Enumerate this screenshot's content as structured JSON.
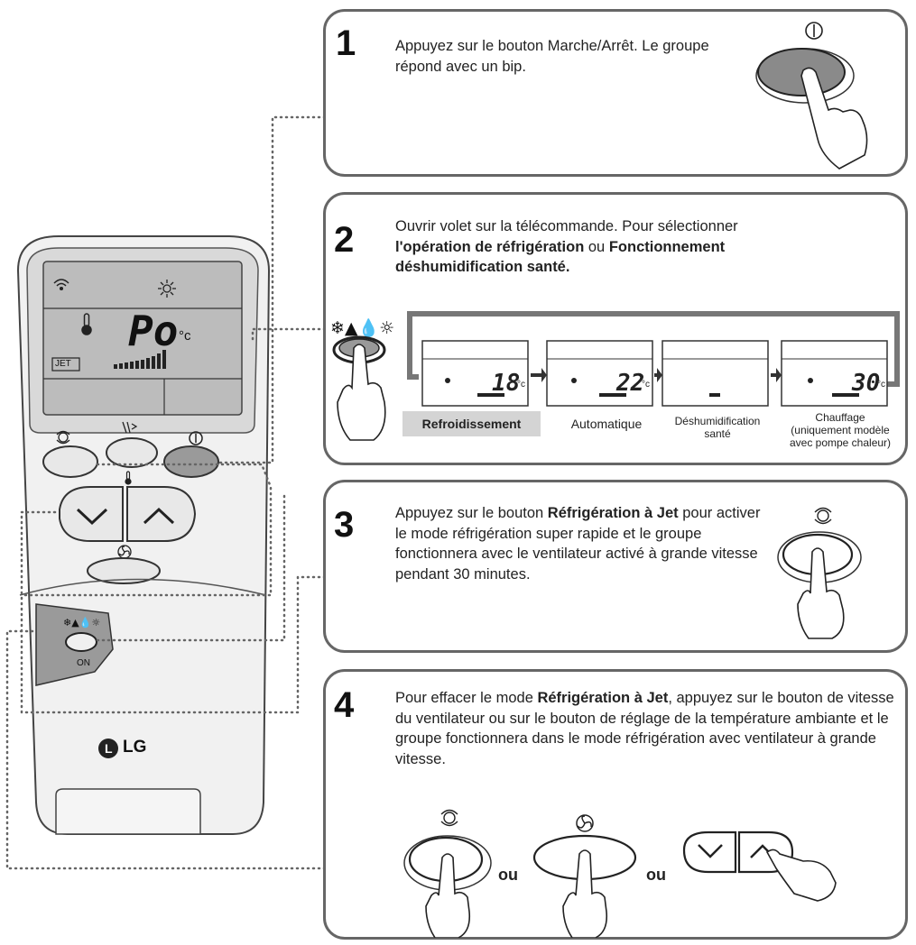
{
  "remote": {
    "display_value": "Po",
    "unit": "°c",
    "jet_label": "JET",
    "on_label": "ON",
    "brand": "LG",
    "mode_icons": "❄▲💧☼"
  },
  "steps": [
    {
      "number": "1",
      "text": "Appuyez sur le bouton Marche/Arrêt. Le groupe répond avec un bip."
    },
    {
      "number": "2",
      "line1": "Ouvrir volet sur la télécommande. Pour sélectionner",
      "bold1": "l'opération de réfrigération",
      "mid": " ou ",
      "bold2": "Fonctionnement",
      "bold3": "déshumidification santé.",
      "modes": [
        {
          "label": "Refroidissement",
          "value": "18",
          "unit": "°c"
        },
        {
          "label": "Automatique",
          "value": "22",
          "unit": "°c"
        },
        {
          "label": "Déshumidification santé",
          "value": "",
          "unit": ""
        },
        {
          "label": "Chauffage (uniquement modèle avec pompe chaleur)",
          "value": "30",
          "unit": "°c"
        }
      ]
    },
    {
      "number": "3",
      "pre": "Appuyez sur le bouton ",
      "bold": "Réfrigération à Jet",
      "post": "pour activer le mode réfrigération super rapide et le groupe fonctionnera avec le ventilateur activé à grande vitesse pendant 30 minutes."
    },
    {
      "number": "4",
      "pre": "Pour effacer le mode ",
      "bold": "Réfrigération à Jet",
      "post": ", appuyez sur le bouton de vitesse du ventilateur ou sur le bouton de réglage de la température ambiante et le groupe fonctionnera dans le mode réfrigération avec ventilateur à grande vitesse.",
      "or_label": "ou"
    }
  ],
  "mode_labels": {
    "cool": "Refroidissement",
    "auto": "Automatique",
    "dry1": "Déshumidification",
    "dry2": "santé",
    "heat1": "Chauffage",
    "heat2": "(uniquement modèle",
    "heat3": "avec pompe chaleur)"
  }
}
